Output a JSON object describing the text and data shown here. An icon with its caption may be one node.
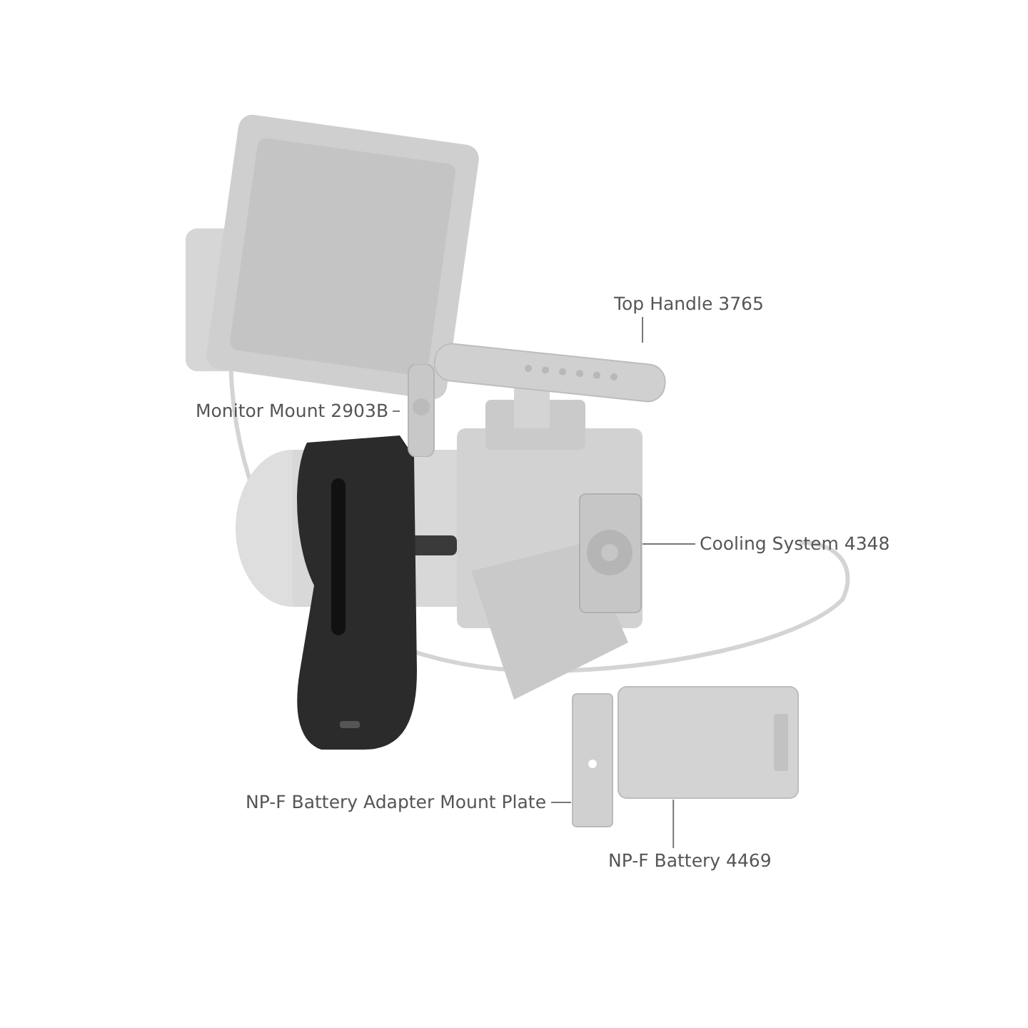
{
  "diagram": {
    "nodes": [
      {
        "text": [
          "Top Handle 3765"
        ]
      },
      {
        "text": [],
        "shape": "picture"
      },
      {
        "text": [
          "Monitor Mount 2903B"
        ]
      },
      {
        "text": [],
        "shape": "picture"
      },
      {
        "text": [
          "Cooling System 4348"
        ]
      },
      {
        "text": [],
        "shape": "picture"
      },
      {
        "text": [
          "NP-F Battery Adapter Mount Plate"
        ]
      },
      {
        "text": [],
        "shape": "picture"
      },
      {
        "text": [
          "NP-F Battery 4469"
        ]
      },
      {
        "text": [],
        "shape": "picture"
      }
    ],
    "edges": [
      {
        "from": 0,
        "to": 1,
        "arrow": "none"
      },
      {
        "from": 2,
        "to": 3,
        "arrow": "none"
      },
      {
        "from": 4,
        "to": 5,
        "arrow": "none"
      },
      {
        "from": 6,
        "to": 7,
        "arrow": "none"
      },
      {
        "from": 8,
        "to": 9,
        "arrow": "none"
      }
    ]
  }
}
